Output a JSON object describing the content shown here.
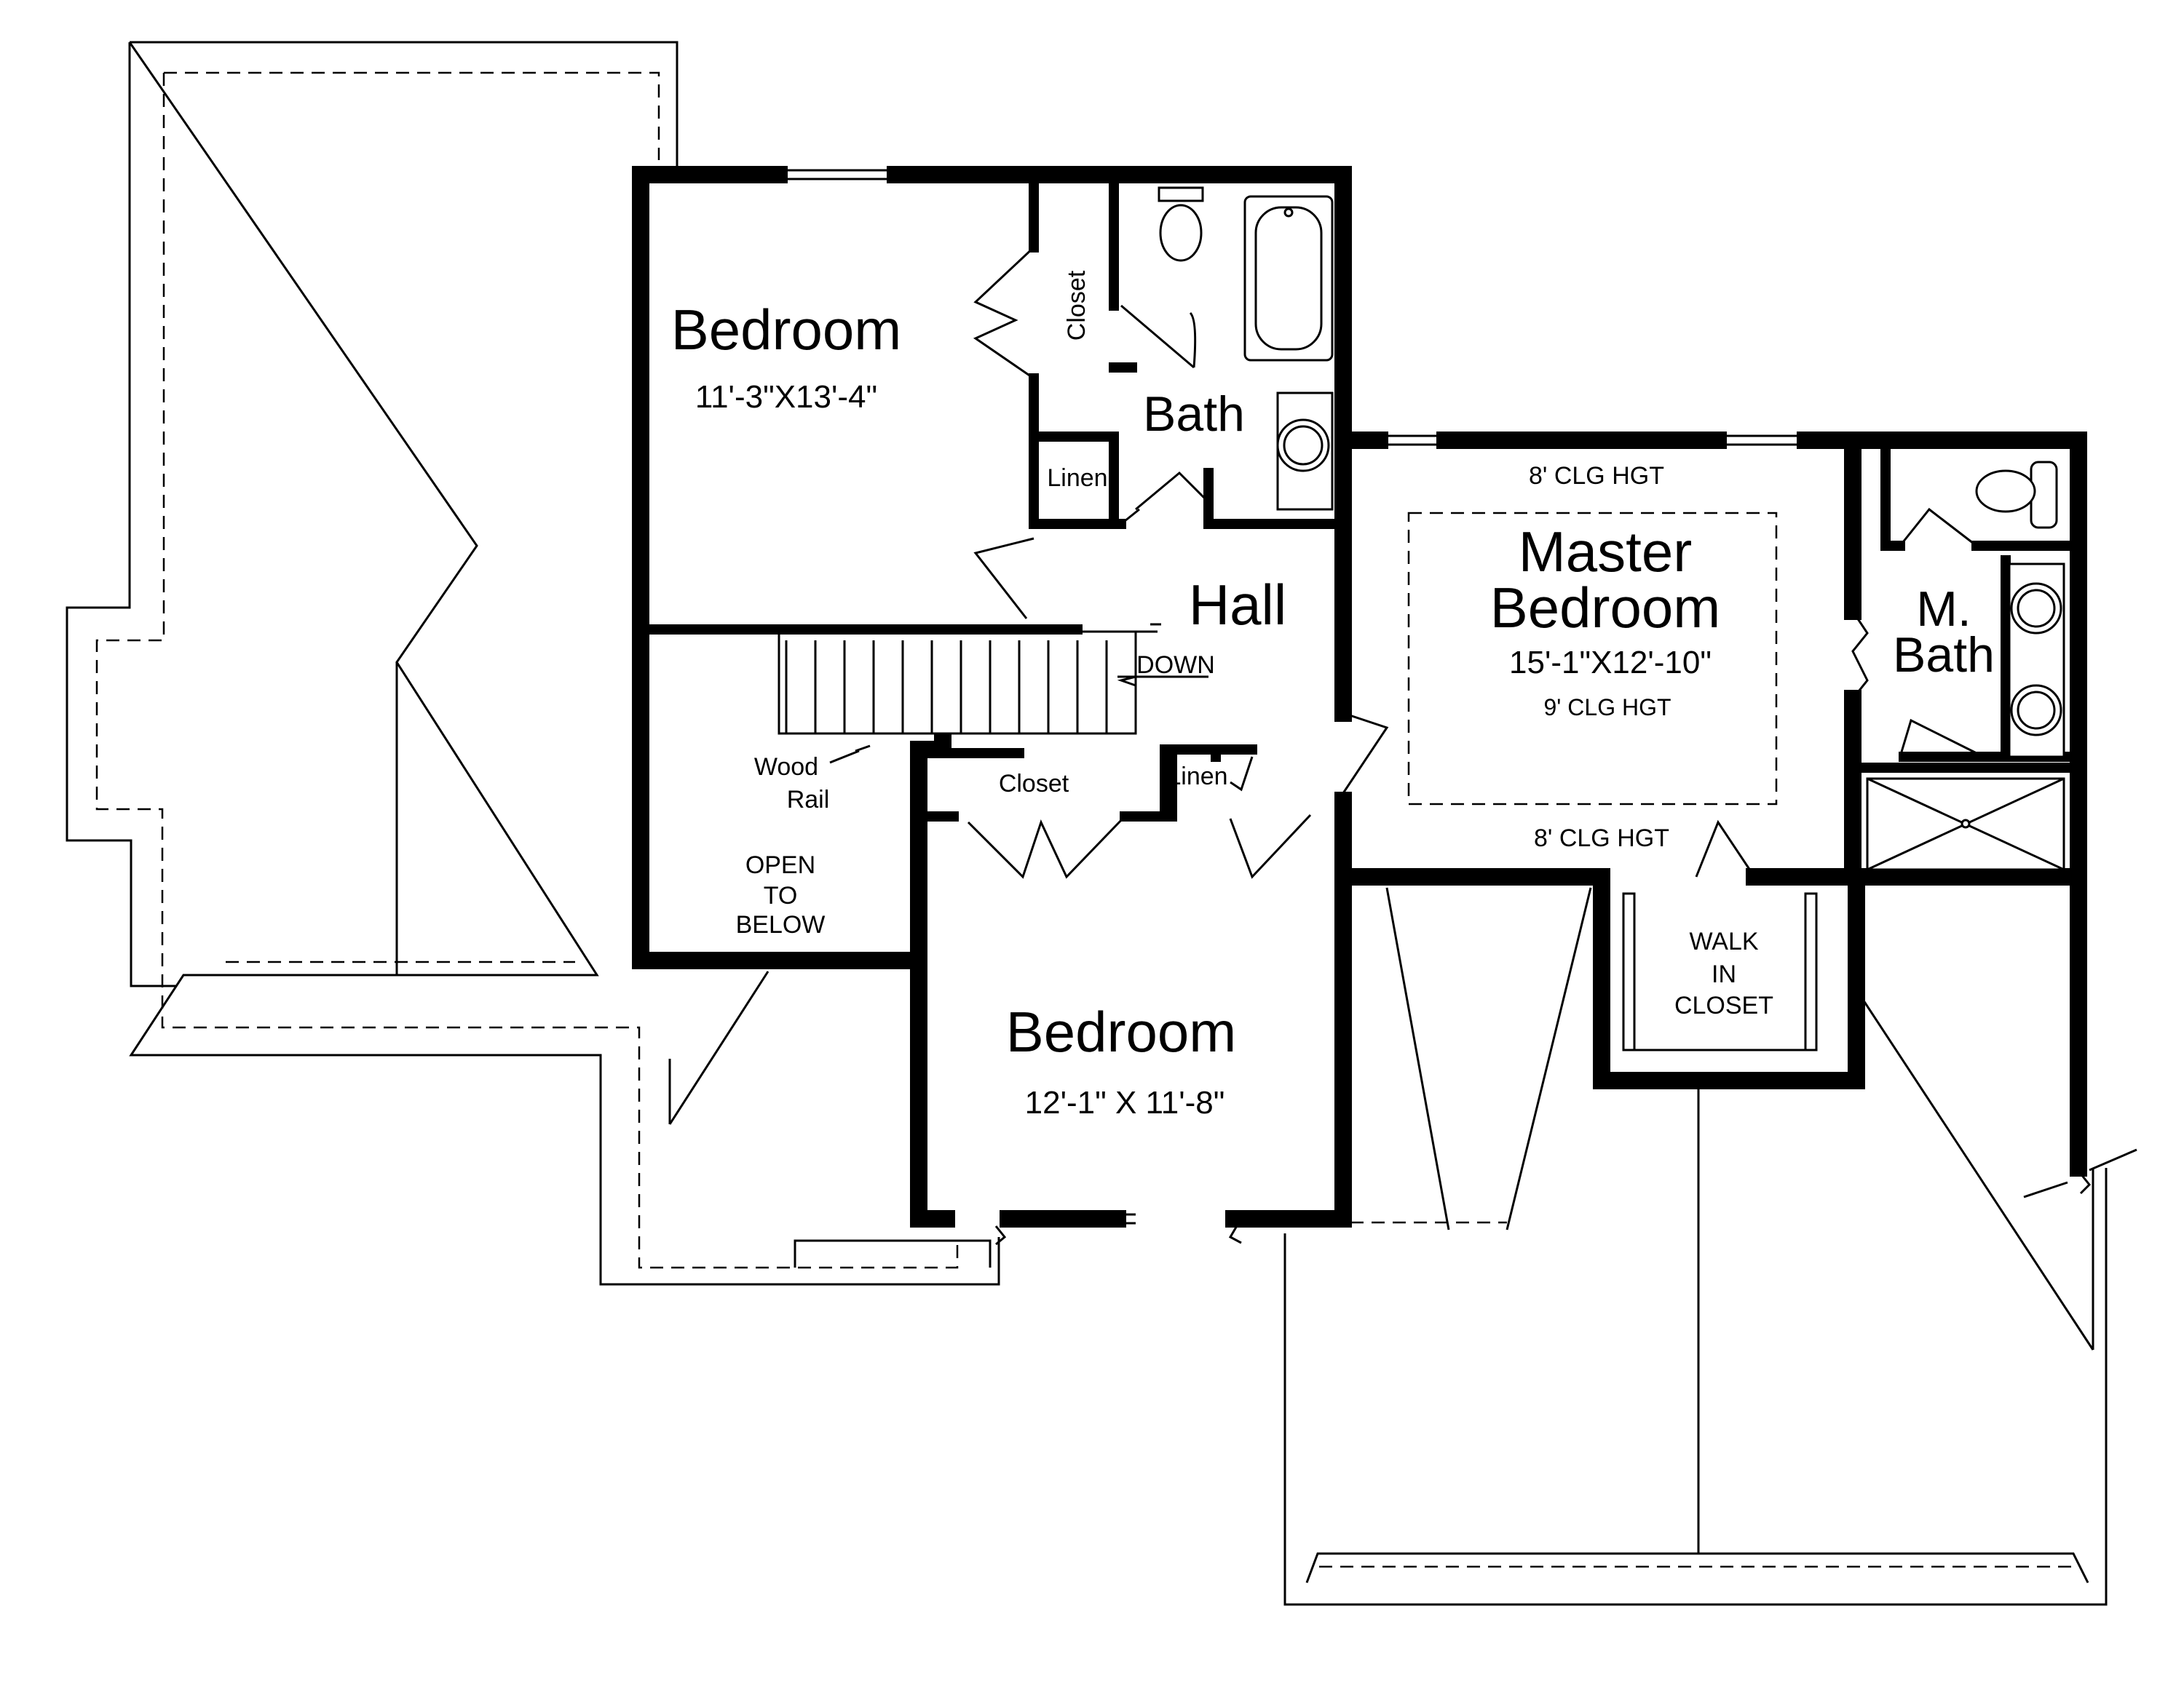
{
  "plan": {
    "rooms": {
      "bedroom_nw": {
        "name": "Bedroom",
        "size": "11'-3\"X13'-4\""
      },
      "closet_nw": {
        "name": "Closet"
      },
      "bath": {
        "name": "Bath"
      },
      "linen_upper": {
        "name": "Linen"
      },
      "hall": {
        "name": "Hall"
      },
      "stair": {
        "label": "DOWN"
      },
      "wood_rail": {
        "line1": "Wood",
        "line2": "Rail"
      },
      "open_to_below": {
        "line1": "OPEN",
        "line2": "TO",
        "line3": "BELOW"
      },
      "closet_s": {
        "name": "Closet"
      },
      "linen_lower": {
        "name": "Linen"
      },
      "bedroom_s": {
        "name": "Bedroom",
        "size": "12'-1\" X 11'-8\""
      },
      "master_bedroom": {
        "name_line1": "Master",
        "name_line2": "Bedroom",
        "size": "15'-1\"X12'-10\"",
        "ceiling": "9' CLG HGT",
        "ceiling_top": "8' CLG HGT",
        "ceiling_bottom": "8' CLG HGT"
      },
      "master_bath": {
        "line1": "M.",
        "line2": "Bath"
      },
      "walk_in_closet": {
        "line1": "WALK",
        "line2": "IN",
        "line3": "CLOSET"
      }
    }
  }
}
